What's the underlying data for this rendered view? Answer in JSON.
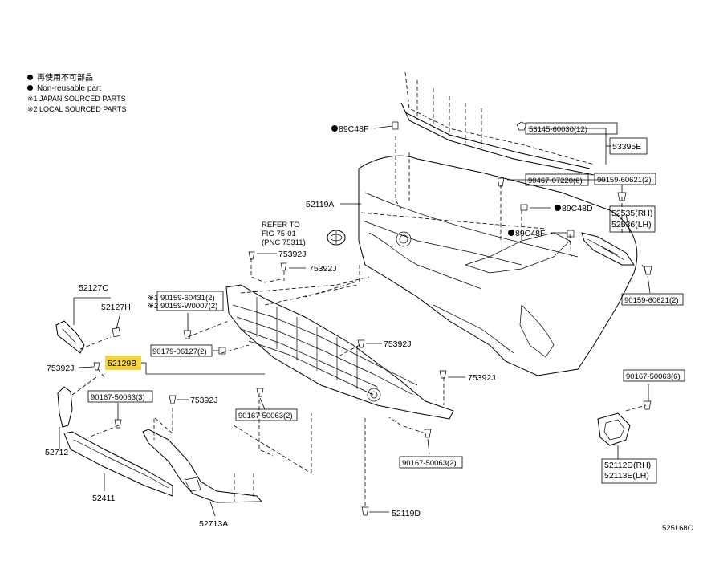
{
  "legend": {
    "jp_note": "再使用不可部品",
    "non_reusable": "Non-reusable part",
    "note1": "※1 JAPAN SOURCED PARTS",
    "note2": "※2 LOCAL SOURCED PARTS"
  },
  "refer": {
    "line1": "REFER TO",
    "line2": "FIG 75-01",
    "line3": "(PNC 75311)"
  },
  "labels": {
    "p89C48F_top": "89C48F",
    "p53145": "53145-60030(12)",
    "p53395E": "53395E",
    "p90467": "90467-07220(6)",
    "p90159_60621_top": "90159-60621(2)",
    "p52119A": "52119A",
    "p89C48D": "89C48D",
    "p89C48F_mid": "89C48F",
    "p52535": "52535(RH)",
    "p52536": "52536(LH)",
    "p75392J_a": "75392J",
    "p75392J_b": "75392J",
    "p90159_60621_right": "90159-60621(2)",
    "p52127C": "52127C",
    "p52127H": "52127H",
    "p90159_60431": "90159-60431(2)",
    "p90159_W0007": "90159-W0007(2)",
    "mark1": "※1",
    "mark2": "※2",
    "p90179": "90179-06127(2)",
    "p52129B": "52129B",
    "p75392J_c": "75392J",
    "p75392J_left": "75392J",
    "p75392J_d": "75392J",
    "p90167_left": "90167-50063(3)",
    "p75392J_e": "75392J",
    "p90167_mid": "90167-50063(2)",
    "p90167_right": "90167-50063(6)",
    "p52712": "52712",
    "p90167_bottom": "90167-50063(2)",
    "p52411": "52411",
    "p52112D": "52112D(RH)",
    "p52113E": "52113E(LH)",
    "p52119D": "52119D",
    "p52713A": "52713A",
    "fig_id": "525168C"
  },
  "colors": {
    "highlight": "#f5d63d",
    "line": "#000000"
  }
}
